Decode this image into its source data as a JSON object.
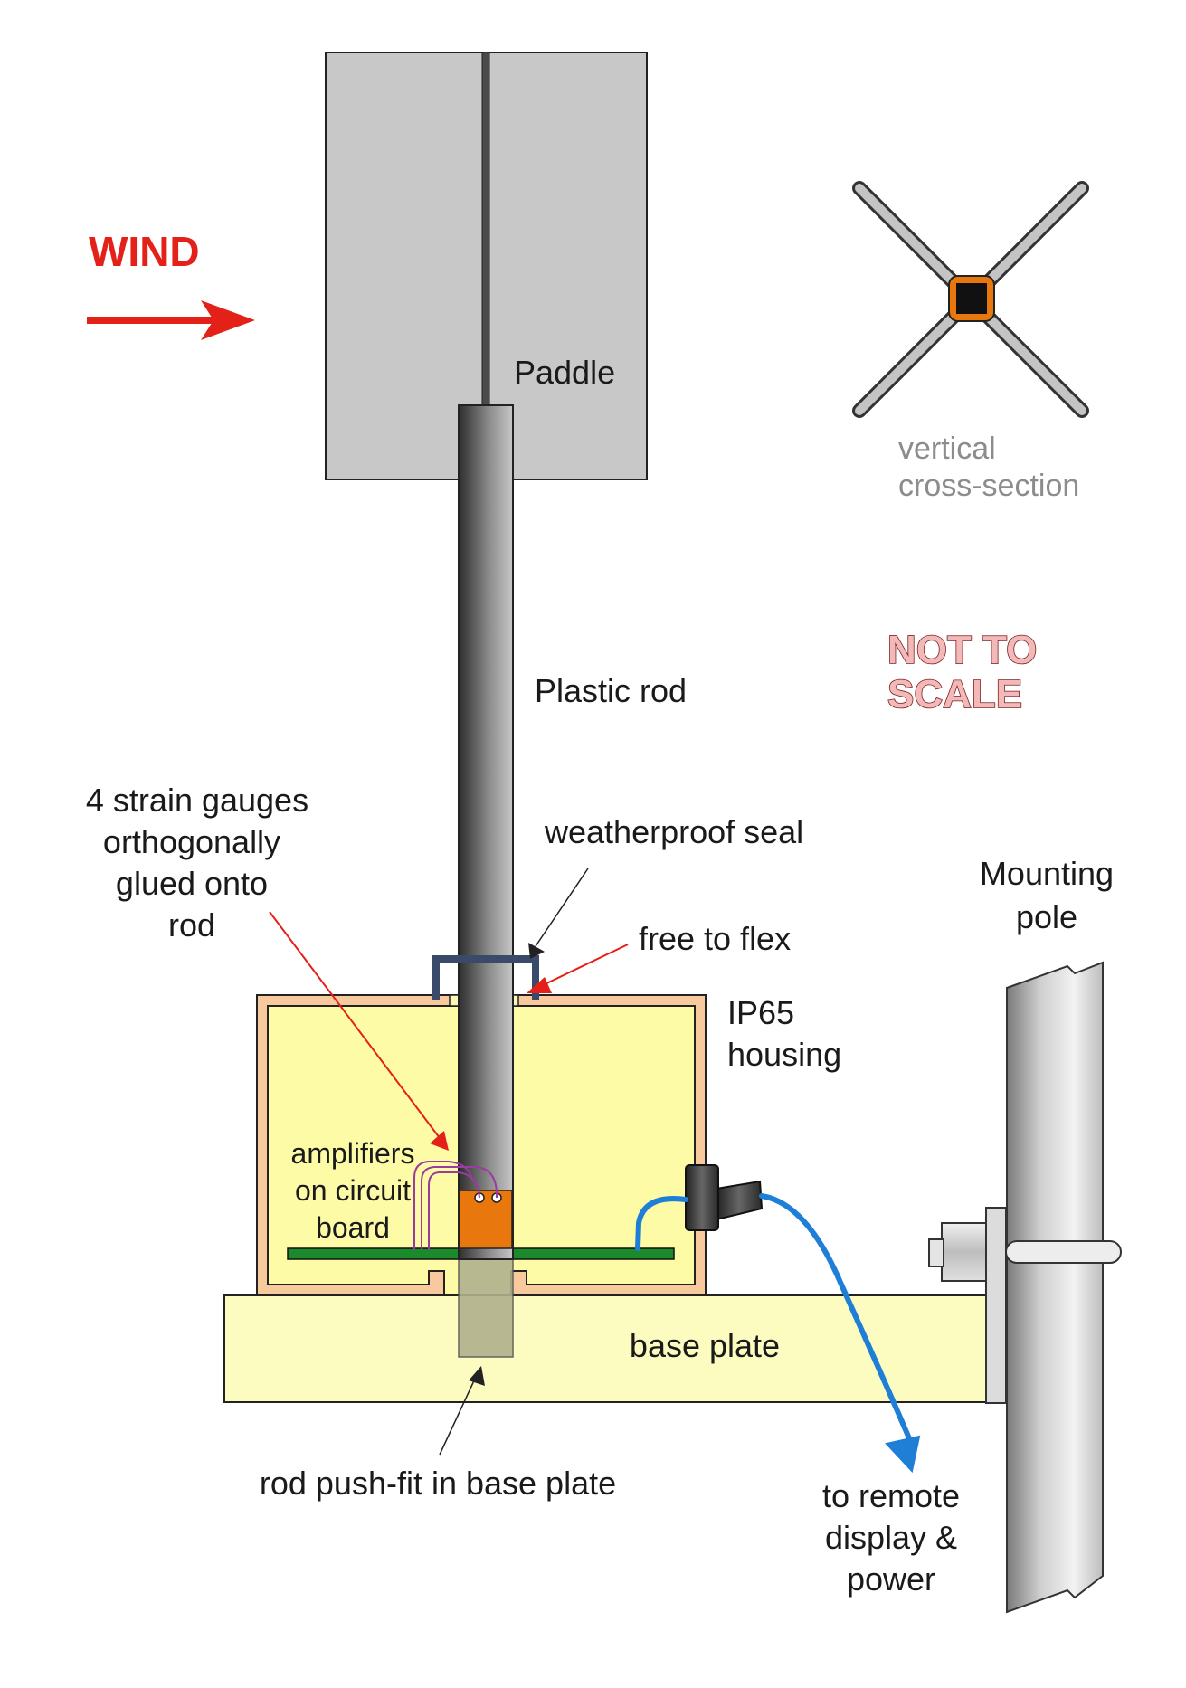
{
  "labels": {
    "wind": "WIND",
    "paddle": "Paddle",
    "cross_section_line1": "vertical",
    "cross_section_line2": "cross-section",
    "not_to_scale_line1": "NOT TO",
    "not_to_scale_line2": "SCALE",
    "plastic_rod": "Plastic rod",
    "strain_gauges_line1": "4 strain gauges",
    "strain_gauges_line2": "orthogonally",
    "strain_gauges_line3": "glued onto",
    "strain_gauges_line4": "rod",
    "weatherproof_seal": "weatherproof seal",
    "free_to_flex": "free to flex",
    "mounting_pole_line1": "Mounting",
    "mounting_pole_line2": "pole",
    "housing_line1": "IP65",
    "housing_line2": "housing",
    "amplifiers_line1": "amplifiers",
    "amplifiers_line2": "on circuit",
    "amplifiers_line3": "board",
    "base_plate": "base plate",
    "rod_push_fit": "rod push-fit in base plate",
    "remote_line1": "to remote",
    "remote_line2": "display &",
    "remote_line3": "power"
  },
  "colors": {
    "wind_arrow": "#e32119",
    "paddle_fill": "#c8c8c8",
    "housing_outer": "#f7c99c",
    "housing_inner": "#fdfba6",
    "base_plate": "#fcfbc0",
    "circuit_board": "#1a8a2c",
    "strain_gauge": "#e8780e",
    "cable": "#1f7fd6",
    "seal": "#3a4a6a"
  }
}
